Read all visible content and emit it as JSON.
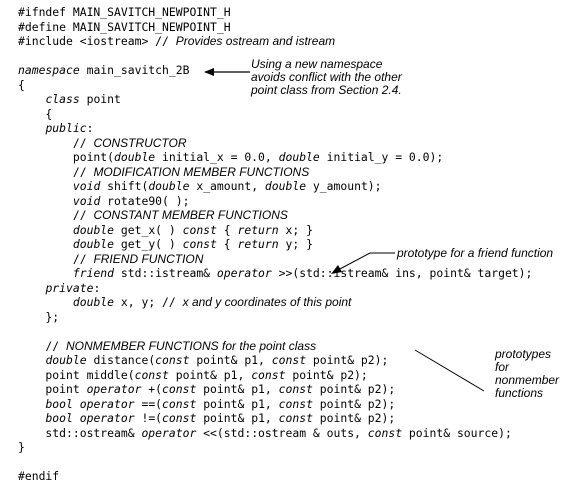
{
  "lines": [
    [
      [
        "t",
        "#ifndef MAIN_SAVITCH_NEWPOINT_H"
      ]
    ],
    [
      [
        "t",
        "#define MAIN_SAVITCH_NEWPOINT_H"
      ]
    ],
    [
      [
        "t",
        "#include <iostream> // "
      ],
      [
        "c",
        "Provides ostream and istream"
      ]
    ],
    [
      [
        "t",
        ""
      ]
    ],
    [
      [
        "k",
        "namespace"
      ],
      [
        "t",
        " main_savitch_2B"
      ]
    ],
    [
      [
        "t",
        "{"
      ]
    ],
    [
      [
        "t",
        "    "
      ],
      [
        "k",
        "class"
      ],
      [
        "t",
        " point"
      ]
    ],
    [
      [
        "t",
        "    {"
      ]
    ],
    [
      [
        "t",
        "    "
      ],
      [
        "k",
        "public"
      ],
      [
        "t",
        ":"
      ]
    ],
    [
      [
        "t",
        "        // "
      ],
      [
        "c",
        "CONSTRUCTOR"
      ]
    ],
    [
      [
        "t",
        "        point("
      ],
      [
        "k",
        "double"
      ],
      [
        "t",
        " initial_x = 0.0, "
      ],
      [
        "k",
        "double"
      ],
      [
        "t",
        " initial_y = 0.0);"
      ]
    ],
    [
      [
        "t",
        "        // "
      ],
      [
        "c",
        "MODIFICATION MEMBER FUNCTIONS"
      ]
    ],
    [
      [
        "t",
        "        "
      ],
      [
        "k",
        "void"
      ],
      [
        "t",
        " shift("
      ],
      [
        "k",
        "double"
      ],
      [
        "t",
        " x_amount, "
      ],
      [
        "k",
        "double"
      ],
      [
        "t",
        " y_amount);"
      ]
    ],
    [
      [
        "t",
        "        "
      ],
      [
        "k",
        "void"
      ],
      [
        "t",
        " rotate90( );"
      ]
    ],
    [
      [
        "t",
        "        // "
      ],
      [
        "c",
        "CONSTANT MEMBER FUNCTIONS"
      ]
    ],
    [
      [
        "t",
        "        "
      ],
      [
        "k",
        "double"
      ],
      [
        "t",
        " get_x( ) "
      ],
      [
        "k",
        "const"
      ],
      [
        "t",
        " { "
      ],
      [
        "k",
        "return"
      ],
      [
        "t",
        " x; }"
      ]
    ],
    [
      [
        "t",
        "        "
      ],
      [
        "k",
        "double"
      ],
      [
        "t",
        " get_y( ) "
      ],
      [
        "k",
        "const"
      ],
      [
        "t",
        " { "
      ],
      [
        "k",
        "return"
      ],
      [
        "t",
        " y; }"
      ]
    ],
    [
      [
        "t",
        "        // "
      ],
      [
        "c",
        "FRIEND FUNCTION"
      ]
    ],
    [
      [
        "t",
        "        "
      ],
      [
        "k",
        "friend"
      ],
      [
        "t",
        " std::istream& "
      ],
      [
        "k",
        "operator"
      ],
      [
        "t",
        " >>(std::istream& ins, point& target);"
      ]
    ],
    [
      [
        "t",
        "    "
      ],
      [
        "k",
        "private"
      ],
      [
        "t",
        ":"
      ]
    ],
    [
      [
        "t",
        "        "
      ],
      [
        "k",
        "double"
      ],
      [
        "t",
        " x, y; // "
      ],
      [
        "c",
        "x and y coordinates of this point"
      ]
    ],
    [
      [
        "t",
        "    };"
      ]
    ],
    [
      [
        "t",
        ""
      ]
    ],
    [
      [
        "t",
        "    // "
      ],
      [
        "c",
        "NONMEMBER FUNCTIONS for the point class"
      ]
    ],
    [
      [
        "t",
        "    "
      ],
      [
        "k",
        "double"
      ],
      [
        "t",
        " distance("
      ],
      [
        "k",
        "const"
      ],
      [
        "t",
        " point& p1, "
      ],
      [
        "k",
        "const"
      ],
      [
        "t",
        " point& p2);"
      ]
    ],
    [
      [
        "t",
        "    point middle("
      ],
      [
        "k",
        "const"
      ],
      [
        "t",
        " point& p1, "
      ],
      [
        "k",
        "const"
      ],
      [
        "t",
        " point& p2);"
      ]
    ],
    [
      [
        "t",
        "    point "
      ],
      [
        "k",
        "operator"
      ],
      [
        "t",
        " +("
      ],
      [
        "k",
        "const"
      ],
      [
        "t",
        " point& p1, "
      ],
      [
        "k",
        "const"
      ],
      [
        "t",
        " point& p2);"
      ]
    ],
    [
      [
        "t",
        "    "
      ],
      [
        "k",
        "bool"
      ],
      [
        "t",
        " "
      ],
      [
        "k",
        "operator"
      ],
      [
        "t",
        " ==("
      ],
      [
        "k",
        "const"
      ],
      [
        "t",
        " point& p1, "
      ],
      [
        "k",
        "const"
      ],
      [
        "t",
        " point& p2);"
      ]
    ],
    [
      [
        "t",
        "    "
      ],
      [
        "k",
        "bool"
      ],
      [
        "t",
        " "
      ],
      [
        "k",
        "operator"
      ],
      [
        "t",
        " !=("
      ],
      [
        "k",
        "const"
      ],
      [
        "t",
        " point& p1, "
      ],
      [
        "k",
        "const"
      ],
      [
        "t",
        " point& p2);"
      ]
    ],
    [
      [
        "t",
        "    std::ostream& "
      ],
      [
        "k",
        "operator"
      ],
      [
        "t",
        " <<(std::ostream & outs, "
      ],
      [
        "k",
        "const"
      ],
      [
        "t",
        " point& source);"
      ]
    ],
    [
      [
        "t",
        "}"
      ]
    ],
    [
      [
        "t",
        ""
      ]
    ],
    [
      [
        "t",
        "#endif"
      ]
    ]
  ],
  "annotations": {
    "namespace_note": "Using a new namespace\navoids conflict with the other\npoint class from Section 2.4.",
    "friend_note": "prototype for a friend function",
    "nonmember_note": "prototypes\nfor\nnonmember\nfunctions"
  }
}
